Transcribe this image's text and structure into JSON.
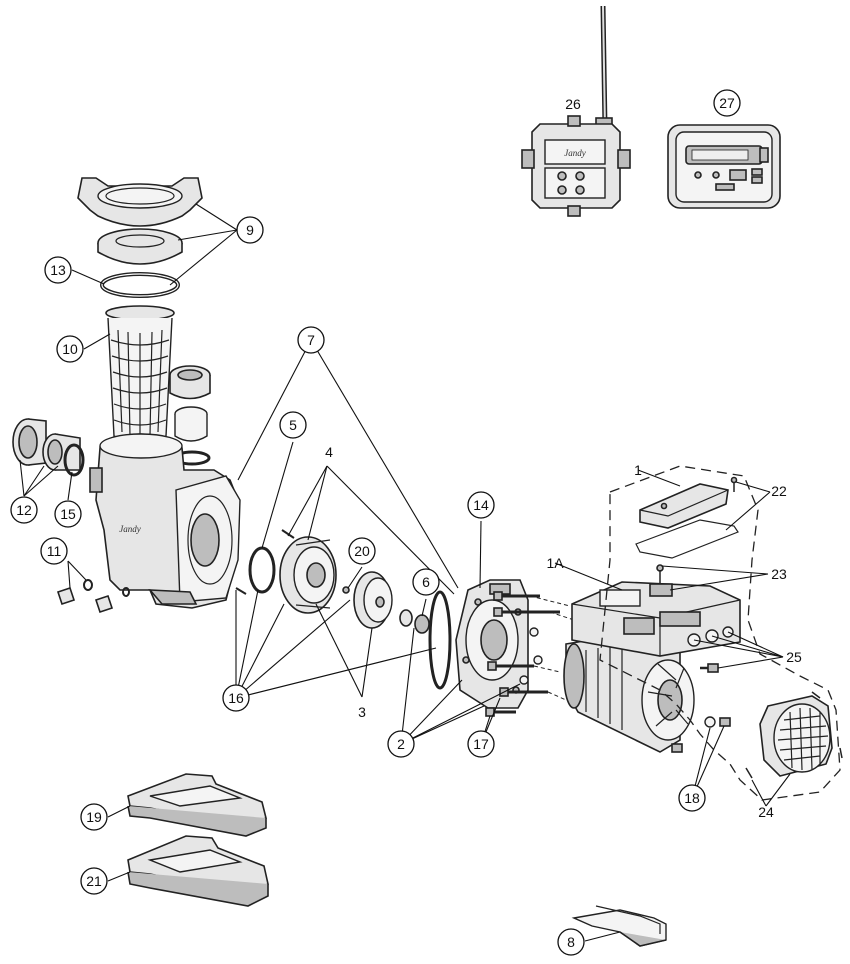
{
  "callouts": {
    "c1": "1",
    "c1a": "1A",
    "c2": "2",
    "c3": "3",
    "c4": "4",
    "c5": "5",
    "c6": "6",
    "c7": "7",
    "c8": "8",
    "c9": "9",
    "c10": "10",
    "c11": "11",
    "c12": "12",
    "c13": "13",
    "c14": "14",
    "c15": "15",
    "c16": "16",
    "c17": "17",
    "c18": "18",
    "c19": "19",
    "c20": "20",
    "c21": "21",
    "c22": "22",
    "c23": "23",
    "c24": "24",
    "c25": "25",
    "c26": "26",
    "c27": "27"
  },
  "brand_marks": {
    "receiver_logo": "Jandy",
    "pump_logo": "Jandy"
  }
}
